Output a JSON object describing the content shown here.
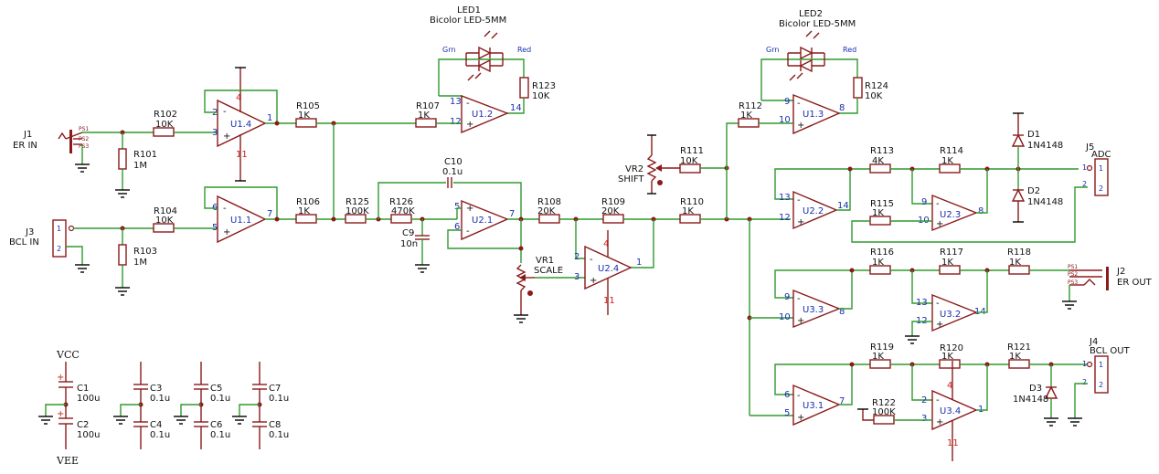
{
  "jacks": {
    "j1": {
      "ref": "J1",
      "name": "ER IN"
    },
    "j3": {
      "ref": "J3",
      "name": "BCL IN"
    },
    "j2": {
      "ref": "J2",
      "name": "ER OUT"
    },
    "j4": {
      "ref": "J4",
      "name": "BCL OUT"
    },
    "j5": {
      "ref": "J5",
      "name": "ADC"
    },
    "ps1": "PS1",
    "ps2": "PS2",
    "ps3": "PS3"
  },
  "resistors": {
    "r101": {
      "ref": "R101",
      "value": "1M"
    },
    "r102": {
      "ref": "R102",
      "value": "10K"
    },
    "r103": {
      "ref": "R103",
      "value": "1M"
    },
    "r104": {
      "ref": "R104",
      "value": "10K"
    },
    "r105": {
      "ref": "R105",
      "value": "1K"
    },
    "r106": {
      "ref": "R106",
      "value": "1K"
    },
    "r107": {
      "ref": "R107",
      "value": "1K"
    },
    "r108": {
      "ref": "R108",
      "value": "20K"
    },
    "r109": {
      "ref": "R109",
      "value": "20K"
    },
    "r110": {
      "ref": "R110",
      "value": "1K"
    },
    "r111": {
      "ref": "R111",
      "value": "10K"
    },
    "r112": {
      "ref": "R112",
      "value": "1K"
    },
    "r113": {
      "ref": "R113",
      "value": "4K"
    },
    "r114": {
      "ref": "R114",
      "value": "1K"
    },
    "r115": {
      "ref": "R115",
      "value": "1K"
    },
    "r116": {
      "ref": "R116",
      "value": "1K"
    },
    "r117": {
      "ref": "R117",
      "value": "1K"
    },
    "r118": {
      "ref": "R118",
      "value": "1K"
    },
    "r119": {
      "ref": "R119",
      "value": "1K"
    },
    "r120": {
      "ref": "R120",
      "value": "1K"
    },
    "r121": {
      "ref": "R121",
      "value": "1K"
    },
    "r122": {
      "ref": "R122",
      "value": "100K"
    },
    "r123": {
      "ref": "R123",
      "value": "10K"
    },
    "r124": {
      "ref": "R124",
      "value": "10K"
    },
    "r125": {
      "ref": "R125",
      "value": "100K"
    },
    "r126": {
      "ref": "R126",
      "value": "470K"
    }
  },
  "capacitors": {
    "c1": {
      "ref": "C1",
      "value": "100u"
    },
    "c2": {
      "ref": "C2",
      "value": "100u"
    },
    "c3": {
      "ref": "C3",
      "value": "0.1u"
    },
    "c4": {
      "ref": "C4",
      "value": "0.1u"
    },
    "c5": {
      "ref": "C5",
      "value": "0.1u"
    },
    "c6": {
      "ref": "C6",
      "value": "0.1u"
    },
    "c7": {
      "ref": "C7",
      "value": "0.1u"
    },
    "c8": {
      "ref": "C8",
      "value": "0.1u"
    },
    "c9": {
      "ref": "C9",
      "value": "10n"
    },
    "c10": {
      "ref": "C10",
      "value": "0.1u"
    }
  },
  "opamps": {
    "u11": "U1.1",
    "u12": "U1.2",
    "u13": "U1.3",
    "u14": "U1.4",
    "u21": "U2.1",
    "u22": "U2.2",
    "u23": "U2.3",
    "u24": "U2.4",
    "u31": "U3.1",
    "u32": "U3.2",
    "u33": "U3.3",
    "u34": "U3.4"
  },
  "pots": {
    "vr1": {
      "ref": "VR1",
      "name": "SCALE"
    },
    "vr2": {
      "ref": "VR2",
      "name": "SHIFT"
    }
  },
  "leds": {
    "led1": {
      "ref": "LED1",
      "type": "Bicolor LED-5MM"
    },
    "led2": {
      "ref": "LED2",
      "type": "Bicolor LED-5MM"
    },
    "grn": "Grn",
    "red": "Red"
  },
  "diodes": {
    "d1": {
      "ref": "D1",
      "value": "1N4148"
    },
    "d2": {
      "ref": "D2",
      "value": "1N4148"
    },
    "d3": {
      "ref": "D3",
      "value": "1N4148"
    }
  },
  "power": {
    "vcc": "VCC",
    "vee": "VEE"
  },
  "pins": {
    "p1": "1",
    "p2": "2",
    "p3": "3",
    "p4": "4",
    "p5": "5",
    "p6": "6",
    "p7": "7",
    "p8": "8",
    "p9": "9",
    "p10": "10",
    "p11": "11",
    "p12": "12",
    "p13": "13",
    "p14": "14",
    "plus": "+",
    "minus": "-"
  }
}
